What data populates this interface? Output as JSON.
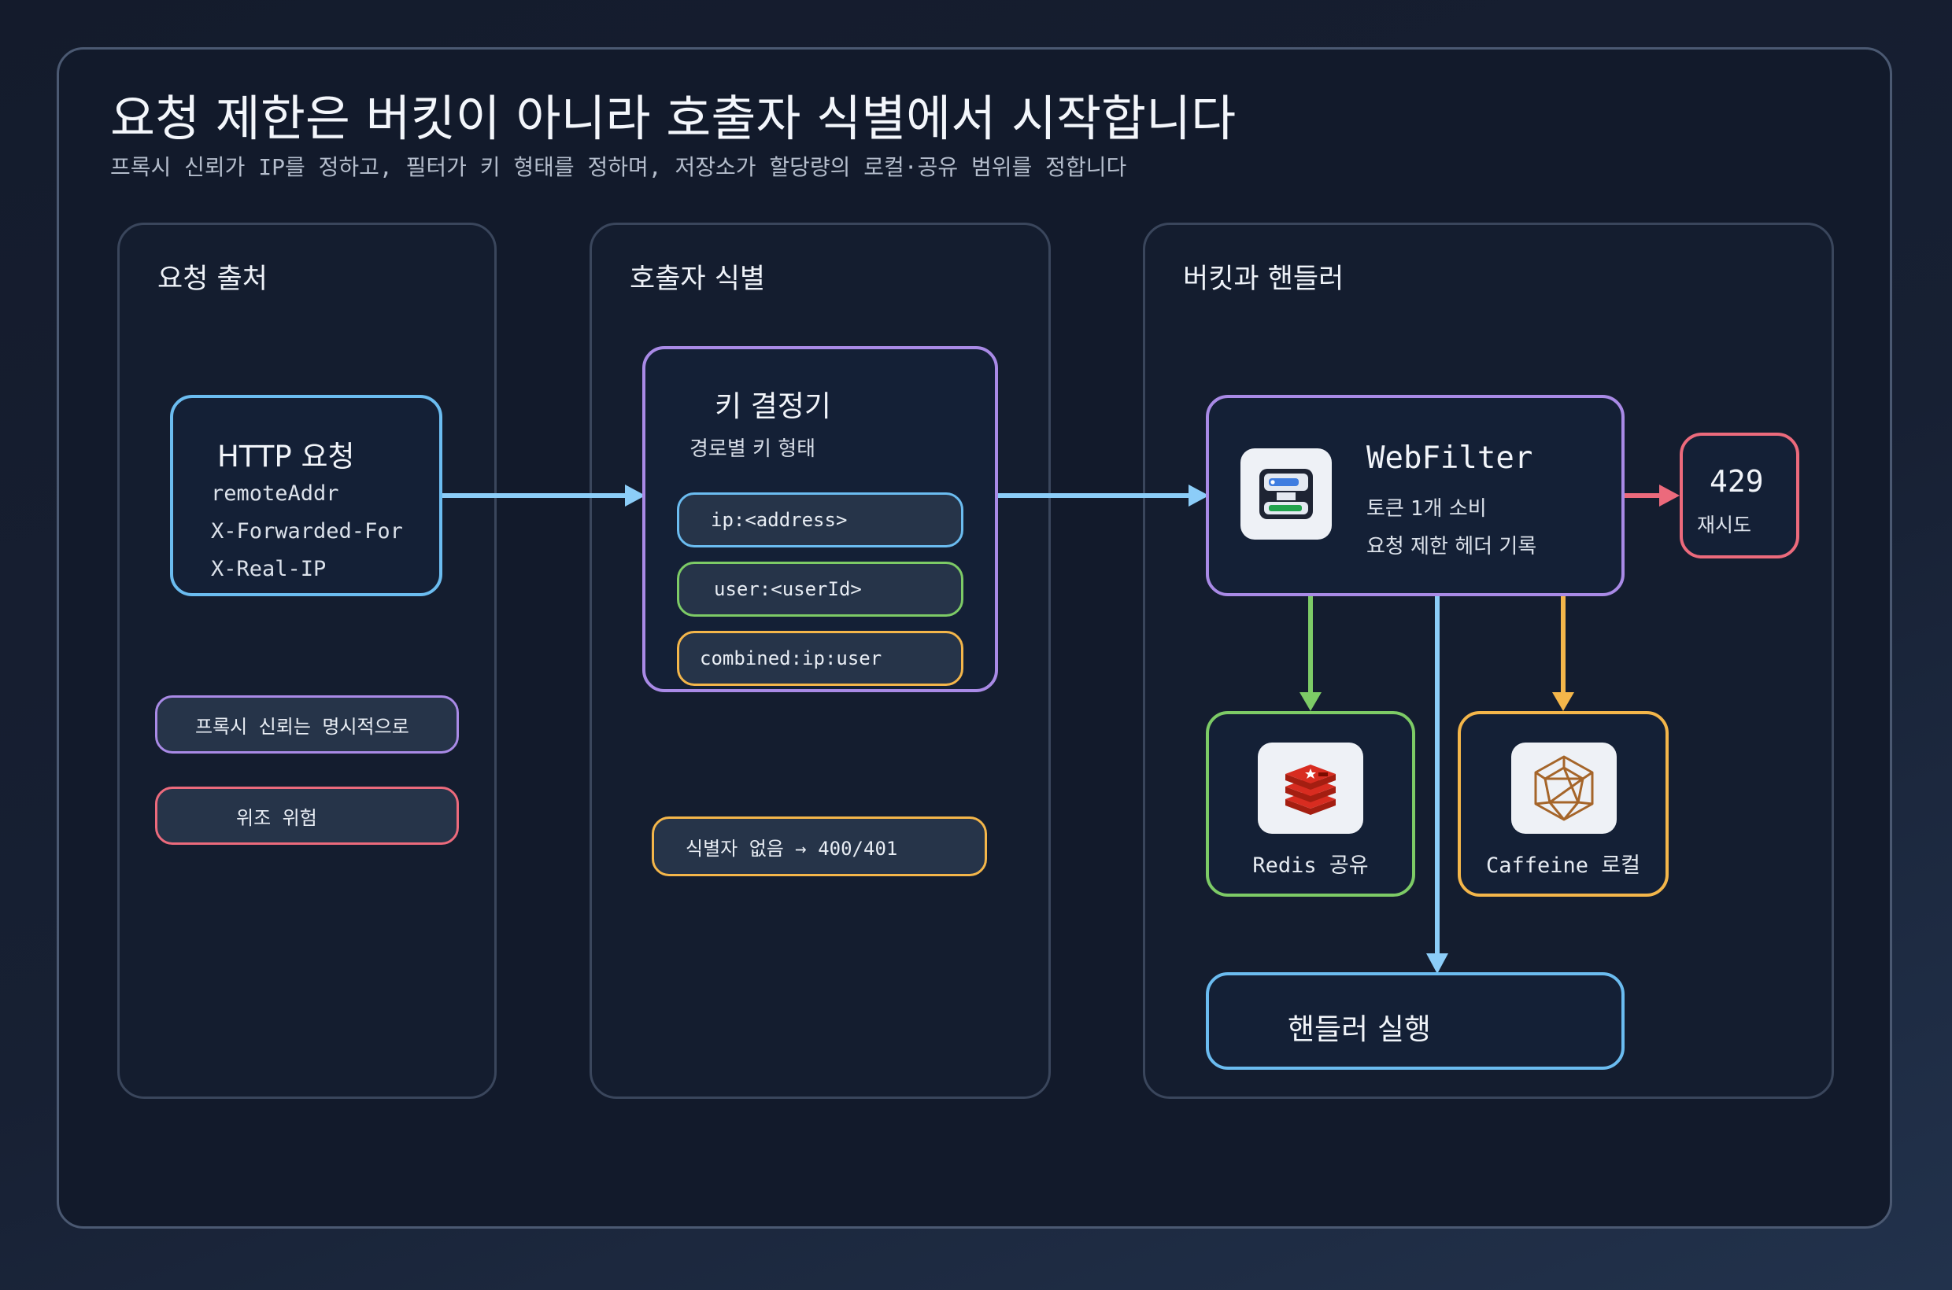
{
  "header": {
    "title": "요청 제한은 버킷이 아니라 호출자 식별에서 시작합니다",
    "subtitle": "프록시 신뢰가 IP를 정하고, 필터가 키 형태를 정하며, 저장소가 할당량의 로컬·공유 범위를 정합니다"
  },
  "panels": {
    "source": {
      "title": "요청 출처",
      "http": {
        "title": "HTTP 요청",
        "lines": [
          "remoteAddr",
          "X-Forwarded-For",
          "X-Real-IP"
        ]
      },
      "notes": [
        "프록시 신뢰는 명시적으로",
        "위조 위험"
      ]
    },
    "identity": {
      "title": "호출자 식별",
      "resolver": {
        "title": "키 결정기",
        "subtitle": "경로별 키 형태",
        "keys": [
          "ip:<address>",
          "user:<userId>",
          "combined:ip:user"
        ]
      },
      "note": "식별자 없음 → 400/401"
    },
    "bucket": {
      "title": "버킷과 핸들러",
      "filter": {
        "title": "WebFilter",
        "lines": [
          "토큰 1개 소비",
          "요청 제한 헤더 기록"
        ]
      },
      "reject": {
        "code": "429",
        "label": "재시도"
      },
      "redis": {
        "label": "Redis 공유"
      },
      "caffeine": {
        "label": "Caffeine 로컬"
      },
      "handler": {
        "label": "핸들러 실행"
      }
    }
  },
  "colors": {
    "blue": "#6bbcf0",
    "purple": "#a98ae6",
    "green": "#7dcb66",
    "orange": "#f4b64a",
    "red": "#ec6a7c",
    "arrow_blue": "#8ccdf8"
  },
  "icons": {
    "webfilter": "server-window-icon",
    "redis": "redis-logo-icon",
    "caffeine": "caffeine-logo-icon"
  }
}
